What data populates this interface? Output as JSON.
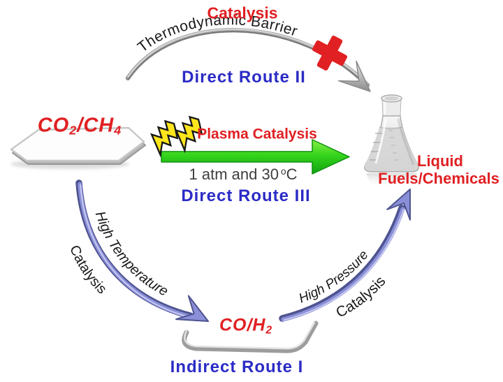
{
  "palette": {
    "red": "#e02023",
    "blue": "#2b2bc6",
    "dark_text": "#3d3d3d",
    "black_text": "#181818",
    "green_arrow": "#2fc814",
    "purple_arrow": "#8a8fd8",
    "purple_arrow_dark": "#4e5390",
    "gray_arc": "#9b9b9b"
  },
  "icons": {
    "flask": "erlenmeyer-flask-icon",
    "lightning_bolts": "lightning-bolt-icon",
    "blocked_route": "red-x-blocked-icon",
    "reactant_platform": "platform-icon",
    "syngas_platform": "platform-outline-icon"
  },
  "labels": {
    "top_catalysis": "Catalysis",
    "thermodynamic_barrier": "Thermodynamic Barrier",
    "direct_route_2": "Direct Route II",
    "plasma_catalysis": "Plasma Catalysis",
    "conditions_main": "1 atm and 30",
    "conditions_sup": "o",
    "conditions_unit": "C",
    "direct_route_3": "Direct Route III",
    "reactant_p1": "CO",
    "reactant_sub1": "2",
    "reactant_p2": "/CH",
    "reactant_sub2": "4",
    "high_temperature": "High Temperature",
    "catalysis_left": "Catalysis",
    "high_pressure": "High Pressure",
    "catalysis_right": "Catalysis",
    "intermediate_p1": "CO/H",
    "intermediate_sub1": "2",
    "indirect_route_1": "Indirect Route I",
    "product_line1": "Liquid",
    "product_line2": "Fuels/Chemicals"
  }
}
